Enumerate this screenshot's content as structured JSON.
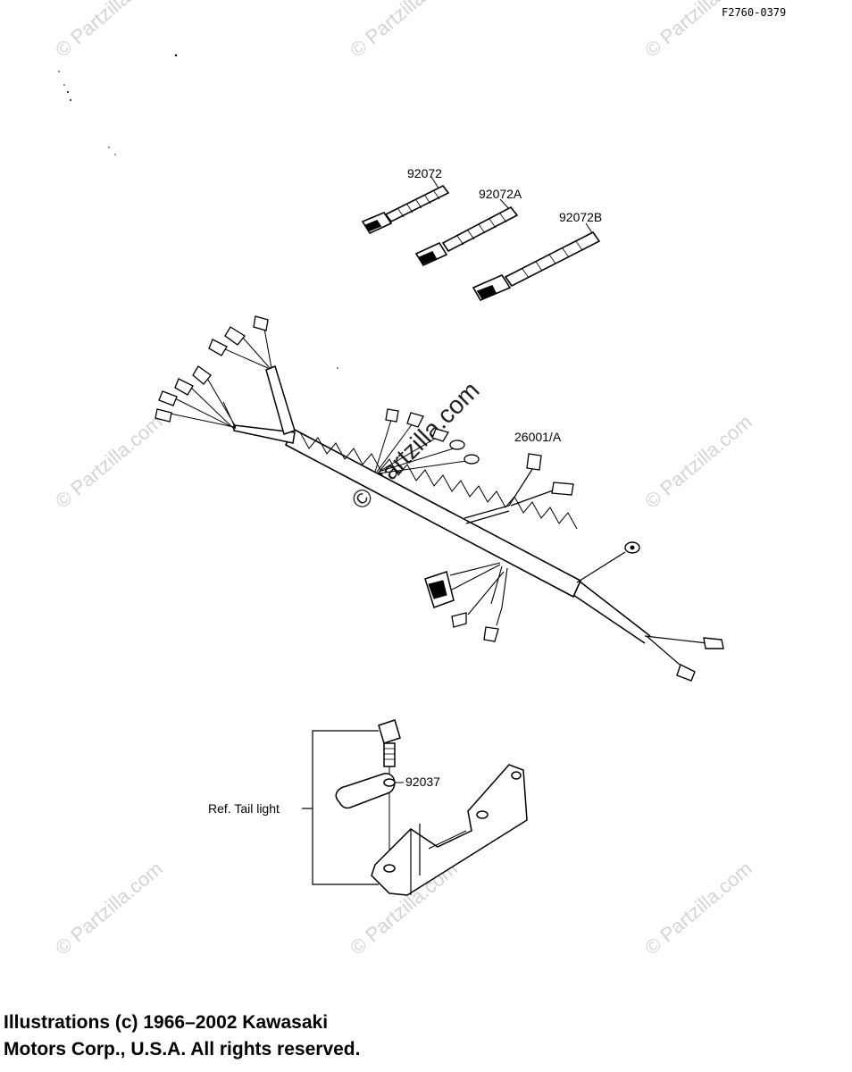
{
  "header": {
    "figure_code": "F2760-0379"
  },
  "parts": {
    "tie_a": "92072",
    "tie_b": "92072A",
    "tie_c": "92072B",
    "harness": "26001/A",
    "clamp": "92037",
    "ref_label": "Ref. Tail light"
  },
  "watermark": {
    "text": "© Partzilla.com"
  },
  "footer": {
    "line1": "Illustrations (c) 1966–2002 Kawasaki",
    "line2": "Motors Corp., U.S.A.  All rights reserved."
  }
}
